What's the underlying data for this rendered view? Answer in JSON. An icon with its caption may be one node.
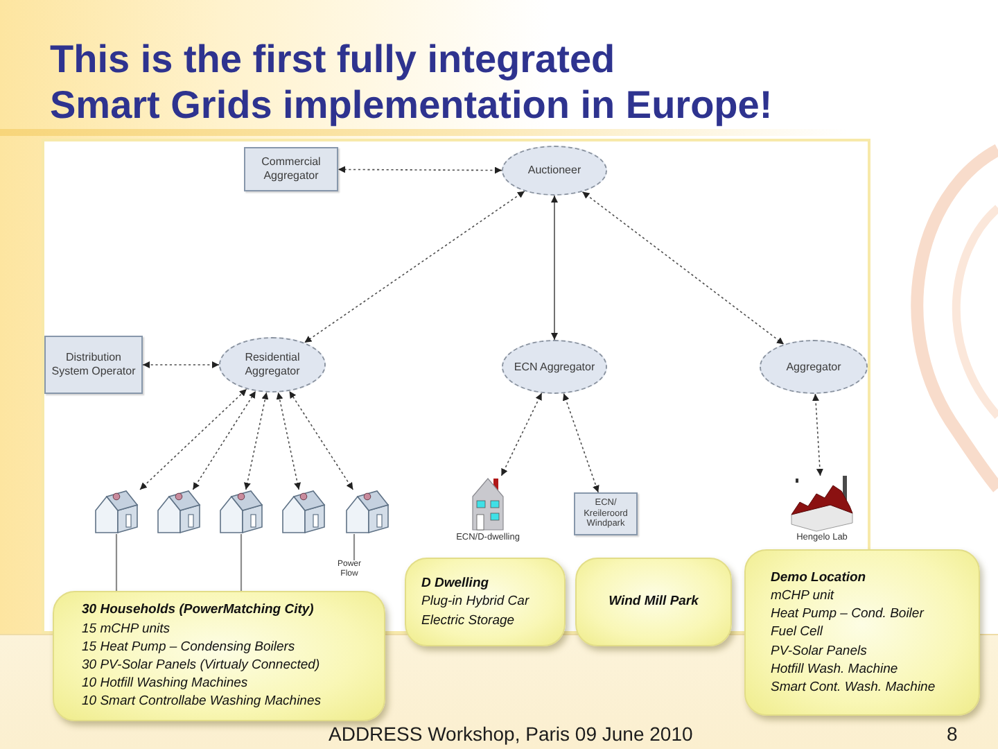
{
  "diagram": {
    "title": "This is the first fully integrated Smart Grids implementation in Europe!",
    "nodes": [
      {
        "text": [
          "Commercial Aggregator"
        ]
      },
      {
        "text": [
          "Auctioneer"
        ]
      },
      {
        "text": [
          "Distribution System Operator"
        ]
      },
      {
        "text": [
          "Residential Aggregator"
        ]
      },
      {
        "text": [
          "ECN Aggregator"
        ]
      },
      {
        "text": [
          "Aggregator"
        ]
      },
      {
        "text": [],
        "shape": "picture"
      },
      {
        "text": [],
        "shape": "picture"
      },
      {
        "text": [],
        "shape": "picture"
      },
      {
        "text": [],
        "shape": "picture"
      },
      {
        "text": [],
        "shape": "picture"
      },
      {
        "text": [],
        "shape": "picture",
        "beside": [
          "ECN/D-dwelling"
        ]
      },
      {
        "text": [
          "ECN/ Kreileroord Windpark"
        ]
      },
      {
        "text": [],
        "shape": "picture",
        "beside": [
          "Hengelo Lab"
        ]
      },
      {
        "text": [
          "Power Flow"
        ]
      },
      {
        "text": [
          "30 Households (PowerMatching City)",
          "15 mCHP units",
          "15 Heat Pump – Condensing Boilers",
          "30 PV-Solar Panels (Virtualy Connected)",
          "10 Hotfill Washing Machines",
          "10 Smart Controllabe Washing Machines"
        ]
      },
      {
        "text": [
          "D Dwelling",
          "Plug-in Hybrid Car",
          "Electric Storage"
        ]
      },
      {
        "text": [
          "Wind Mill Park"
        ]
      },
      {
        "text": [
          "Demo Location",
          "mCHP unit",
          "Heat Pump – Cond. Boiler",
          "Fuel Cell",
          "PV-Solar Panels",
          "Hotfill Wash. Machine",
          "Smart Cont. Wash. Machine"
        ]
      }
    ],
    "edges": [
      {
        "from": 1,
        "to": 0,
        "arrow": "both",
        "style": "dashed"
      },
      {
        "from": 1,
        "to": 3,
        "arrow": "both",
        "style": "dashed"
      },
      {
        "from": 1,
        "to": 4,
        "arrow": "both"
      },
      {
        "from": 1,
        "to": 5,
        "arrow": "both",
        "style": "dashed"
      },
      {
        "from": 3,
        "to": 2,
        "arrow": "both",
        "style": "dashed"
      },
      {
        "from": 6,
        "to": 3,
        "arrow": "both",
        "style": "dashed"
      },
      {
        "from": 7,
        "to": 3,
        "arrow": "both",
        "style": "dashed"
      },
      {
        "from": 8,
        "to": 3,
        "arrow": "both",
        "style": "dashed"
      },
      {
        "from": 9,
        "to": 3,
        "arrow": "both",
        "style": "dashed"
      },
      {
        "from": 10,
        "to": 3,
        "arrow": "both",
        "style": "dashed"
      },
      {
        "from": 4,
        "to": 11,
        "arrow": "both",
        "style": "dashed"
      },
      {
        "from": 4,
        "to": 12,
        "arrow": "both",
        "style": "dashed"
      },
      {
        "from": 5,
        "to": 13,
        "arrow": "both",
        "style": "dashed"
      },
      {
        "from": 15,
        "to": 6,
        "arrow": "none",
        "color": "#8c8c8c"
      },
      {
        "from": 15,
        "to": 8,
        "arrow": "none",
        "color": "#8c8c8c"
      },
      {
        "from": 14,
        "to": 10,
        "arrow": "none",
        "color": "#8c8c8c"
      }
    ],
    "labels": [
      "ADDRESS Workshop, Paris 09 June 2010",
      "8"
    ]
  }
}
